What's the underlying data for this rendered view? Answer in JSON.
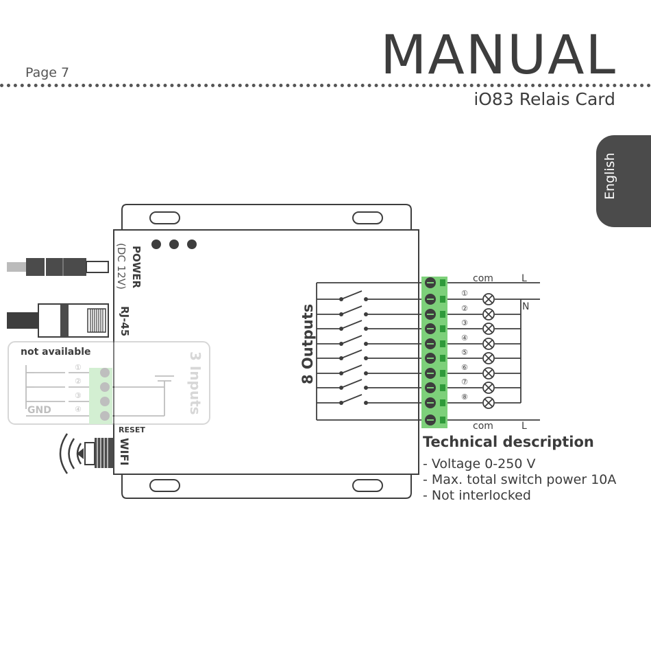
{
  "header": {
    "page_number": "Page 7",
    "title": "MANUAL",
    "subtitle": "iO83 Relais Card"
  },
  "language_tab": {
    "label": "English"
  },
  "device": {
    "power_label": "POWER",
    "power_sub": "(DC 12V)",
    "rj45_label": "RJ-45",
    "outputs_label": "8 Outputs",
    "inputs_label": "3 Inputs",
    "not_available": "not available",
    "gnd_label": "GND",
    "reset_label": "RESET",
    "wifi_label": "WIFI",
    "input_numbers": [
      "①",
      "②",
      "③",
      "④"
    ],
    "output_numbers": [
      "①",
      "②",
      "③",
      "④",
      "⑤",
      "⑥",
      "⑦",
      "⑧"
    ],
    "com_top": "com",
    "l_top": "L",
    "n_label": "N",
    "com_bottom": "com",
    "l_bottom": "L"
  },
  "technical": {
    "title": "Technical description",
    "specs": [
      "- Voltage 0-250 V",
      "- Max. total switch power 10A",
      "- Not interlocked"
    ]
  },
  "colors": {
    "terminal_green": "#7dd07a",
    "dark_gray": "#4b4b4b",
    "line_gray": "#3d3d3d"
  }
}
